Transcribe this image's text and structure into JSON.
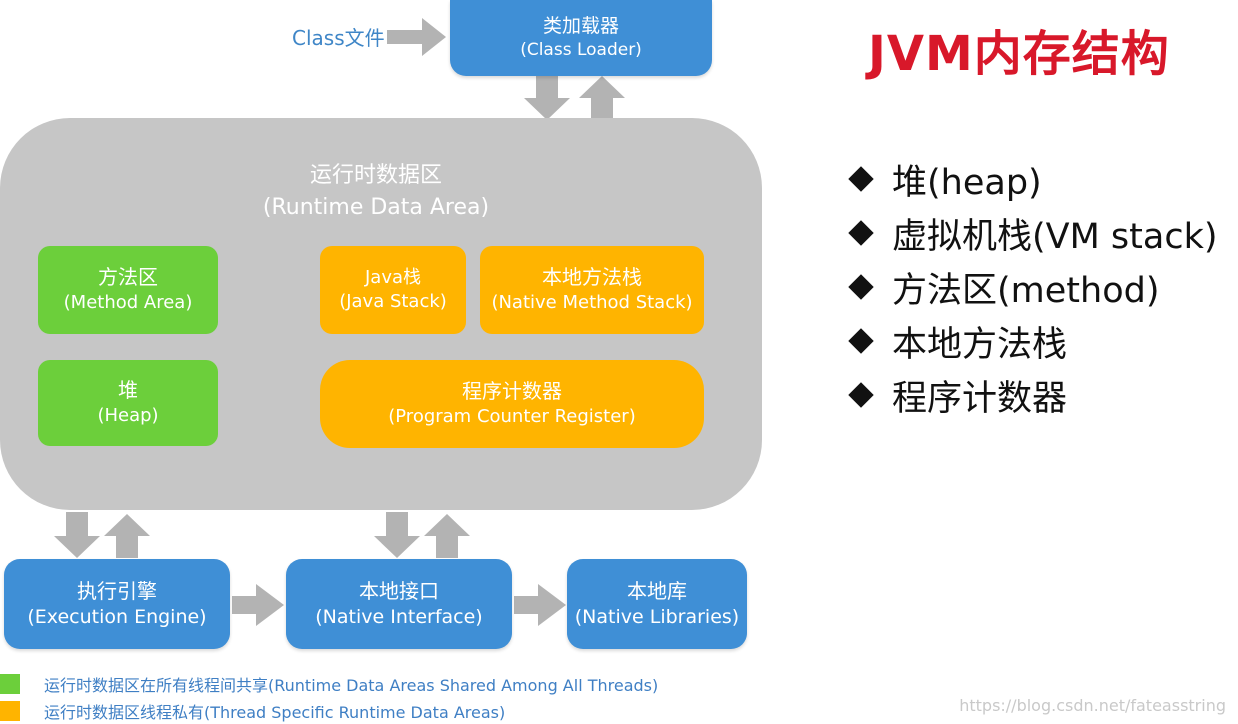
{
  "title": "JVM内存结构",
  "class_file_label": "Class文件",
  "class_loader": {
    "zh": "类加载器",
    "en": "(Class Loader)"
  },
  "runtime_area": {
    "zh": "运行时数据区",
    "en": "(Runtime Data Area)"
  },
  "method_area": {
    "zh": "方法区",
    "en": "(Method Area)"
  },
  "heap": {
    "zh": "堆",
    "en": "(Heap)"
  },
  "java_stack": {
    "zh": "Java栈",
    "en": "(Java Stack)"
  },
  "native_method_stack": {
    "zh": "本地方法栈",
    "en": "(Native Method Stack)"
  },
  "program_counter": {
    "zh": "程序计数器",
    "en": "(Program Counter Register)"
  },
  "execution_engine": {
    "zh": "执行引擎",
    "en": "(Execution Engine)"
  },
  "native_interface": {
    "zh": "本地接口",
    "en": "(Native Interface)"
  },
  "native_libraries": {
    "zh": "本地库",
    "en": "(Native Libraries)"
  },
  "list_items": [
    "堆(heap)",
    "虚拟机栈(VM stack)",
    "方法区(method)",
    "本地方法栈",
    "程序计数器"
  ],
  "legend": [
    {
      "color": "#6ccf3b",
      "text": "运行时数据区在所有线程间共享(Runtime Data Areas Shared Among All Threads)"
    },
    {
      "color": "#ffb400",
      "text": "运行时数据区线程私有(Thread Specific Runtime Data Areas)"
    }
  ],
  "watermark": "https://blog.csdn.net/fateasstring",
  "colors": {
    "blue": "#3f8fd6",
    "green": "#6ccf3b",
    "orange": "#ffb400",
    "gray_area": "#c6c6c6",
    "arrow": "#b3b3b3",
    "heading": "#d8182a"
  }
}
